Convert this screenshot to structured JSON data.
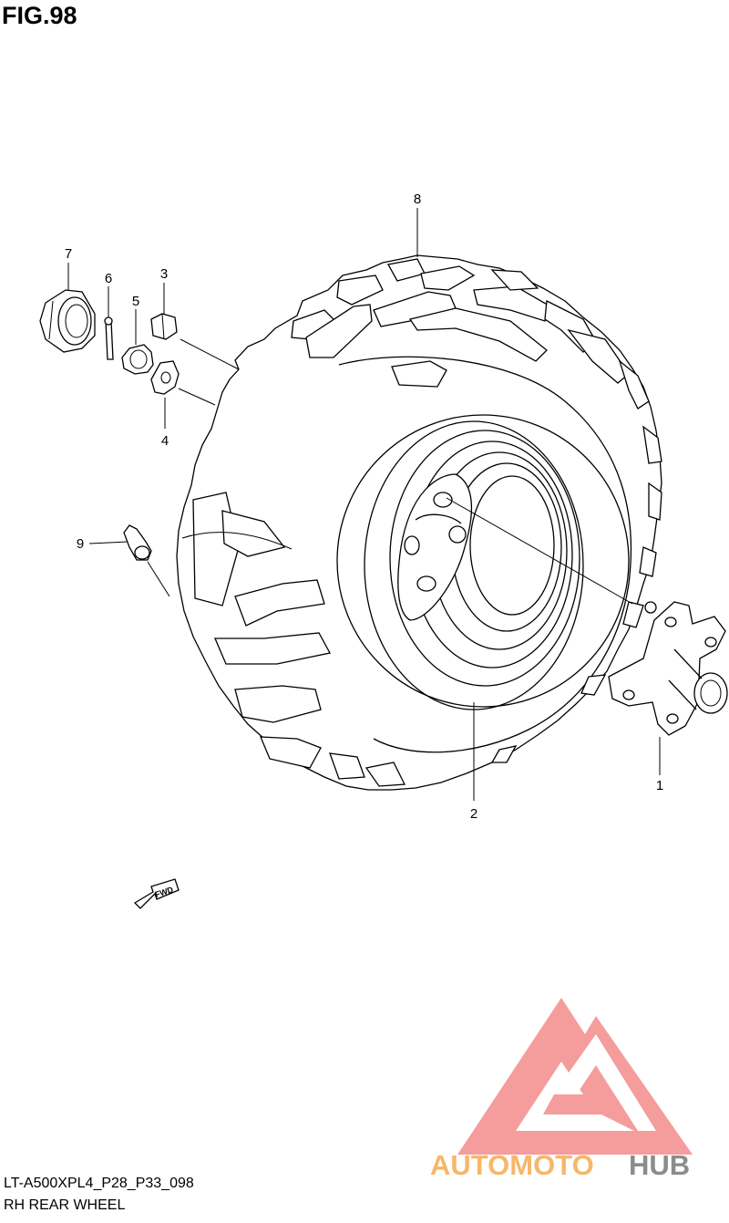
{
  "figure": {
    "title": "FIG.98"
  },
  "callouts": [
    {
      "number": "1",
      "part": "hub"
    },
    {
      "number": "2",
      "part": "wheel-rim"
    },
    {
      "number": "3",
      "part": "nut"
    },
    {
      "number": "4",
      "part": "washer"
    },
    {
      "number": "5",
      "part": "castle-nut"
    },
    {
      "number": "6",
      "part": "cotter-pin"
    },
    {
      "number": "7",
      "part": "cap"
    },
    {
      "number": "8",
      "part": "tire"
    },
    {
      "number": "9",
      "part": "valve"
    }
  ],
  "direction_marker": {
    "label": "FWD"
  },
  "footer": {
    "code": "LT-A500XPL4_P28_P33_098",
    "name": "RH REAR WHEEL"
  },
  "watermark": {
    "part1": "AUTOMOTO",
    "part2": "HUB",
    "color1": "#f6b76a",
    "color2": "#8c8c8c",
    "logo_color": "#f48b8b"
  }
}
